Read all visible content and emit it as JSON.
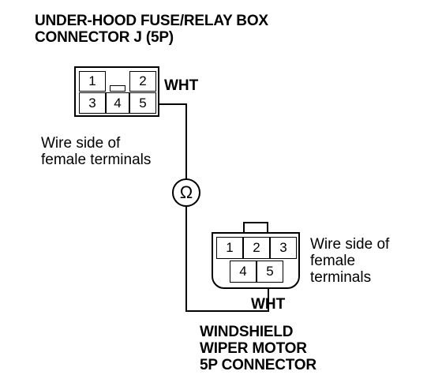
{
  "title": {
    "line1": "UNDER-HOOD FUSE/RELAY BOX",
    "line2": "CONNECTOR J (5P)"
  },
  "connector_j": {
    "pins": [
      "1",
      "2",
      "3",
      "4",
      "5"
    ],
    "wire_color": "WHT"
  },
  "left_note": {
    "line1": "Wire side of",
    "line2": "female terminals"
  },
  "meter": {
    "symbol": "Ω"
  },
  "motor_connector": {
    "pins": [
      "1",
      "2",
      "3",
      "4",
      "5"
    ],
    "wire_color": "WHT",
    "note_line1": "Wire side of",
    "note_line2": "female",
    "note_line3": "terminals"
  },
  "bottom_label": {
    "line1": "WINDSHIELD",
    "line2": "WIPER MOTOR",
    "line3": "5P CONNECTOR"
  }
}
